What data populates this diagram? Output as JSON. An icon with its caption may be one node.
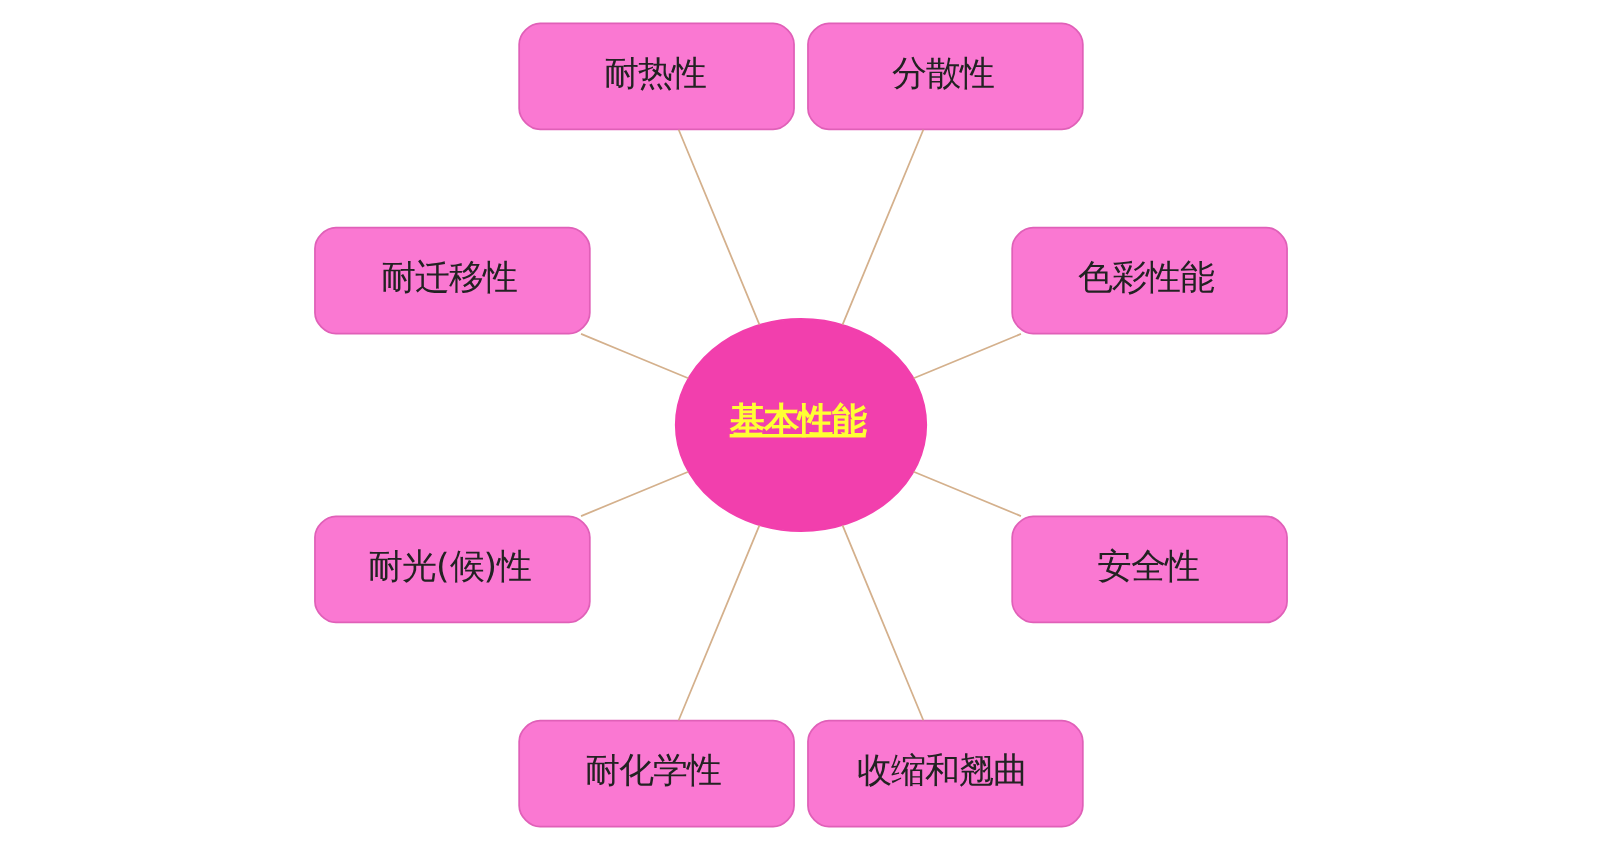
{
  "diagram": {
    "nodes": [
      {
        "text": [
          "基本性能"
        ]
      },
      {
        "text": [
          "色彩性能"
        ]
      },
      {
        "text": [
          "分散性"
        ]
      },
      {
        "text": [
          "耐热性"
        ]
      },
      {
        "text": [
          "耐迁移性"
        ]
      },
      {
        "text": [
          "耐光(候)性"
        ]
      },
      {
        "text": [
          "耐化学性"
        ]
      },
      {
        "text": [
          "收缩和翘曲"
        ]
      },
      {
        "text": [
          "安全性"
        ]
      }
    ],
    "edges": [
      {
        "from": 0,
        "to": 1,
        "arrow": "none"
      },
      {
        "from": 0,
        "to": 2,
        "arrow": "none"
      },
      {
        "from": 0,
        "to": 3,
        "arrow": "none"
      },
      {
        "from": 0,
        "to": 4,
        "arrow": "none"
      },
      {
        "from": 0,
        "to": 5,
        "arrow": "none"
      },
      {
        "from": 0,
        "to": 6,
        "arrow": "none"
      },
      {
        "from": 0,
        "to": 7,
        "arrow": "none"
      },
      {
        "from": 0,
        "to": 8,
        "arrow": "none"
      }
    ]
  }
}
